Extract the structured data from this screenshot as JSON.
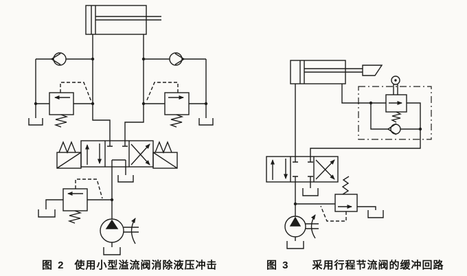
{
  "page": {
    "background_color": "#fbfaf7",
    "line_color": "#1d1d1b"
  },
  "figures": [
    {
      "label": "图 2",
      "caption": "使用小型溢流阀消除液压冲击",
      "components": [
        "hydraulic-cylinder",
        "check-valve-left",
        "check-valve-right",
        "small-relief-valve-left",
        "small-relief-valve-right",
        "solenoid-directional-valve-4-3",
        "system-relief-valve",
        "variable-displacement-pump",
        "tank-symbols"
      ]
    },
    {
      "label": "图 3",
      "caption": "采用行程节流阀的缓冲回路",
      "components": [
        "hydraulic-cylinder-with-cam-dog",
        "stroke-throttle-valve-with-roller",
        "bypass-check-valve",
        "directional-valve-4-3",
        "relief-valve",
        "variable-displacement-pump",
        "tank-symbols"
      ]
    }
  ]
}
